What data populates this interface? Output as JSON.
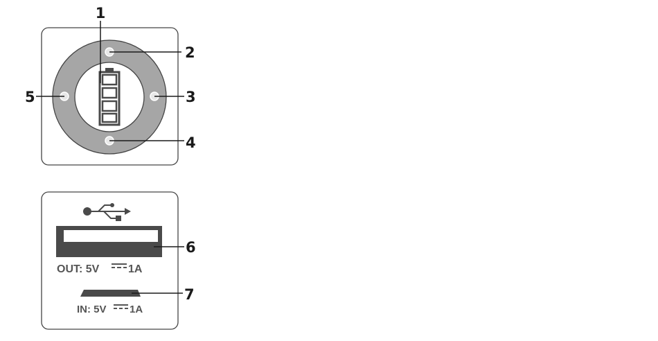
{
  "callouts": {
    "c1": "1",
    "c2": "2",
    "c3": "3",
    "c4": "4",
    "c5": "5",
    "c6": "6",
    "c7": "7"
  },
  "ports": {
    "out_label": "OUT: 5V",
    "out_current": "1A",
    "in_label": "IN: 5V",
    "in_current": "1A"
  },
  "icons": {
    "battery": "battery-icon",
    "usb": "usb-icon",
    "dc": "dc-symbol-icon"
  },
  "colors": {
    "ring": "#a6a6a6",
    "dot": "#e8e8e8",
    "dark": "#4a4a4a",
    "text": "#555555",
    "ink": "#1a1a1a"
  }
}
